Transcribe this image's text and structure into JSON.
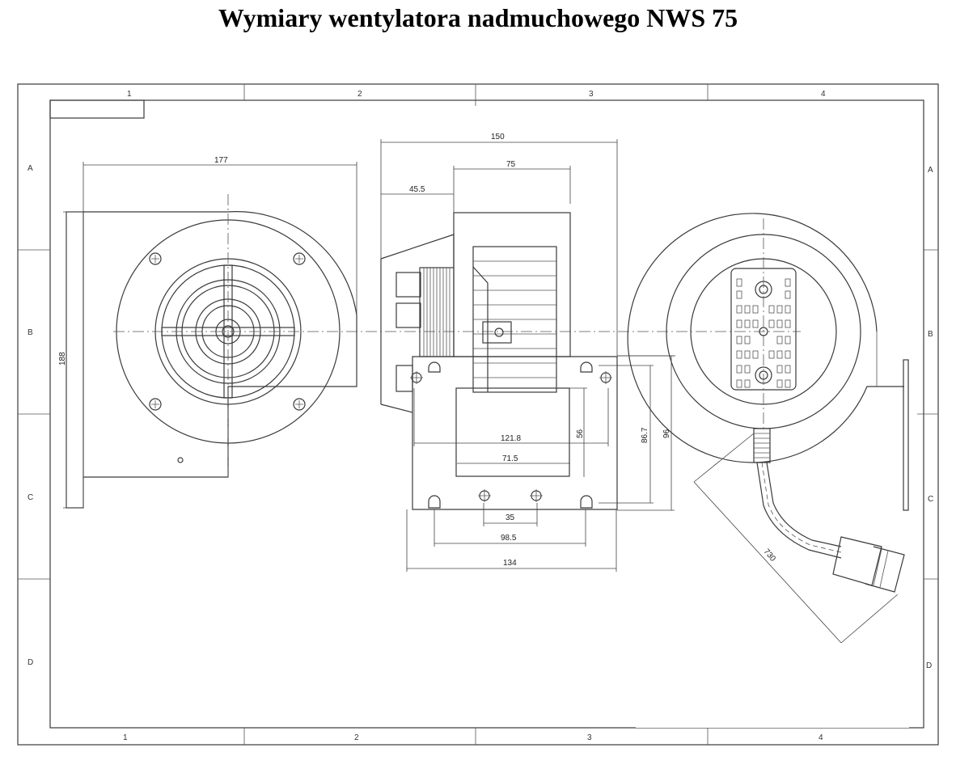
{
  "title": "Wymiary wentylatora nadmuchowego NWS 75",
  "grid": {
    "columns": [
      "1",
      "2",
      "3",
      "4"
    ],
    "rows": [
      "A",
      "B",
      "C",
      "D"
    ]
  },
  "dimensions": {
    "front_width": "177",
    "front_height": "188",
    "side_total": "150",
    "side_wheel": "75",
    "side_offset": "45.5",
    "base_121": "121.8",
    "base_71": "71.5",
    "base_56": "56",
    "height_86": "86.7",
    "height_96": "96",
    "holes_35": "35",
    "holes_98": "98.5",
    "base_134": "134",
    "cable_length": "730"
  }
}
